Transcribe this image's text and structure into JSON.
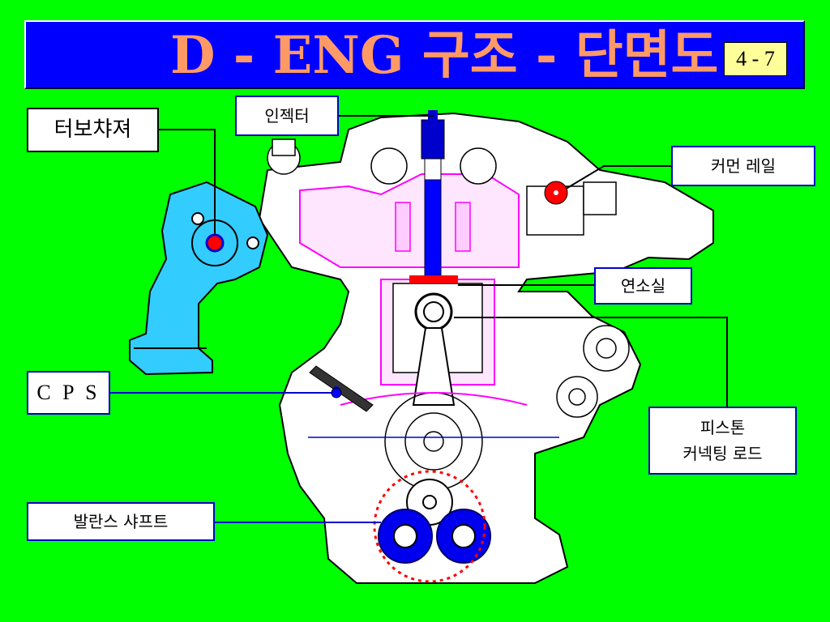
{
  "header": {
    "title": "D - ENG 구조 - 단면도",
    "page_badge": "4 - 7"
  },
  "labels": {
    "turbocharger": "터보챠져",
    "injector": "인젝터",
    "common_rail": "커먼 레일",
    "combustion_chamber": "연소실",
    "cps": "C P S",
    "piston_line1": "피스톤",
    "piston_line2": "커넥팅 로드",
    "balance_shaft": "발란스 샤프트"
  },
  "colors": {
    "background": "#00ff00",
    "title_bar": "#0000ff",
    "title_text": "#ff9966",
    "badge": "#ffff99",
    "turbo_highlight": "#33ccff",
    "combustion_highlight": "#ff00ff",
    "marker_red": "#ff0000",
    "balance_shafts": "#0000ee"
  }
}
